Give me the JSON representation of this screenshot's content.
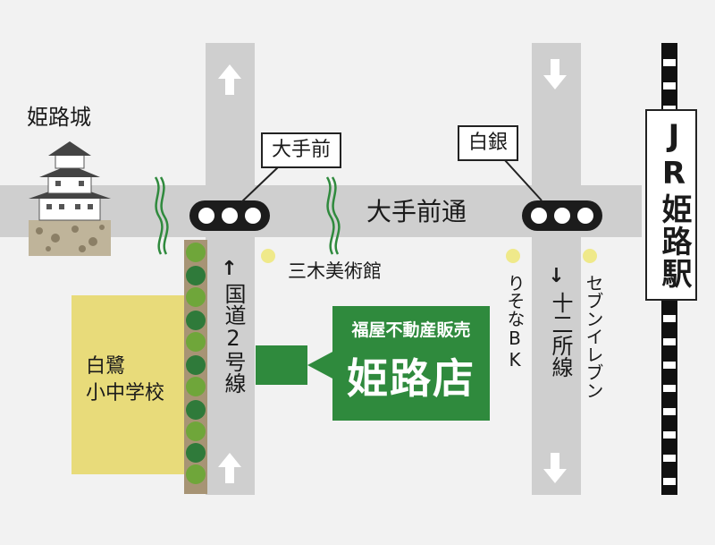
{
  "castle": {
    "label": "姫路城"
  },
  "signals": [
    {
      "name": "大手前"
    },
    {
      "name": "白銀"
    }
  ],
  "roads": {
    "main_street": "大手前通",
    "route2": "国道2号線",
    "route2_arrow": "↑",
    "juni_line": "十二所線",
    "juni_arrow": "↓"
  },
  "landmarks": {
    "museum": "三木美術館",
    "bank": "りそなBK",
    "convenience": "セブンイレブン",
    "school_line1": "白鷺",
    "school_line2": "小中学校"
  },
  "station": {
    "label": "JR姫路駅"
  },
  "store": {
    "subtitle": "福屋不動産販売",
    "name": "姫路店"
  },
  "colors": {
    "green": "#2f8a3d",
    "school": "#e8db7a",
    "road": "#cfcfcf",
    "dot": "#efe98a"
  }
}
